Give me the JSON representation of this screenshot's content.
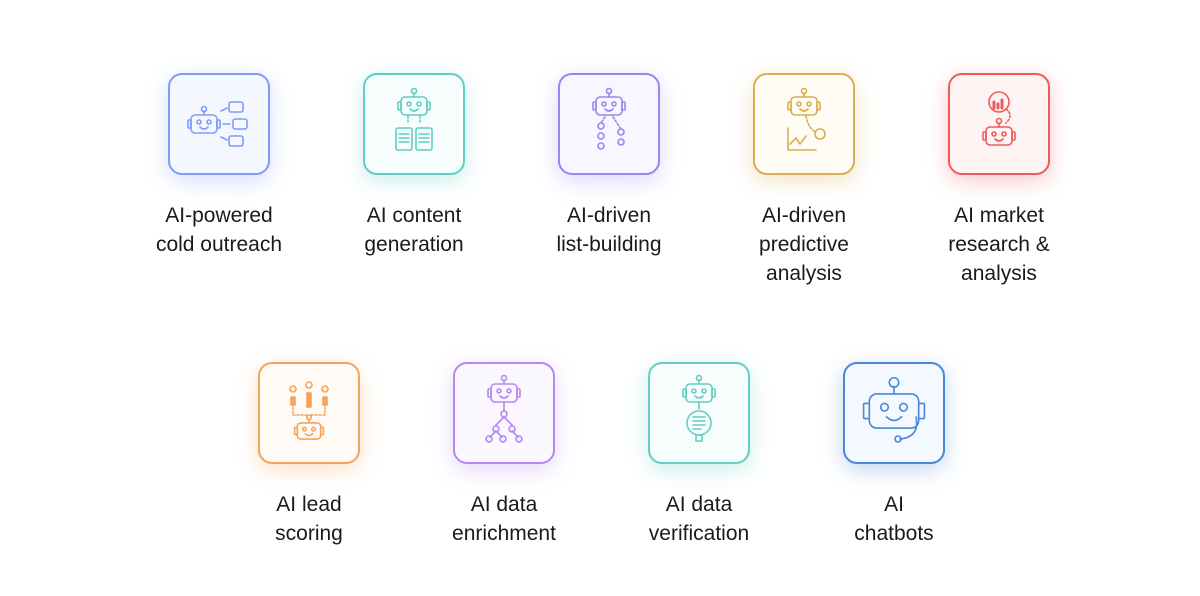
{
  "items": [
    {
      "label": "AI-powered\ncold outreach",
      "icon": "robot-emails-icon",
      "color": "#7e9cf8",
      "bg": "#f5f7ff"
    },
    {
      "label": "AI content\ngeneration",
      "icon": "robot-documents-icon",
      "color": "#5fcfc3",
      "bg": "#f6fdfc"
    },
    {
      "label": "AI-driven\nlist-building",
      "icon": "robot-list-icon",
      "color": "#9a86f0",
      "bg": "#f8f6ff"
    },
    {
      "label": "AI-driven\npredictive\nanalysis",
      "icon": "robot-chart-icon",
      "color": "#d9ae4f",
      "bg": "#fffcf5"
    },
    {
      "label": "AI market\nresearch &\nanalysis",
      "icon": "robot-magnifier-icon",
      "color": "#ee5b5b",
      "bg": "#fff4f4"
    },
    {
      "label": "AI lead\nscoring",
      "icon": "robot-scoring-icon",
      "color": "#f5a35a",
      "bg": "#fffaf5"
    },
    {
      "label": "AI data\nenrichment",
      "icon": "robot-network-icon",
      "color": "#b887ef",
      "bg": "#fbf7ff"
    },
    {
      "label": "AI data\nverification",
      "icon": "robot-verify-icon",
      "color": "#63cfc2",
      "bg": "#f6fdfc"
    },
    {
      "label": "AI\nchatbots",
      "icon": "robot-chatbot-icon",
      "color": "#4a86d9",
      "bg": "#f4f8ff"
    }
  ]
}
